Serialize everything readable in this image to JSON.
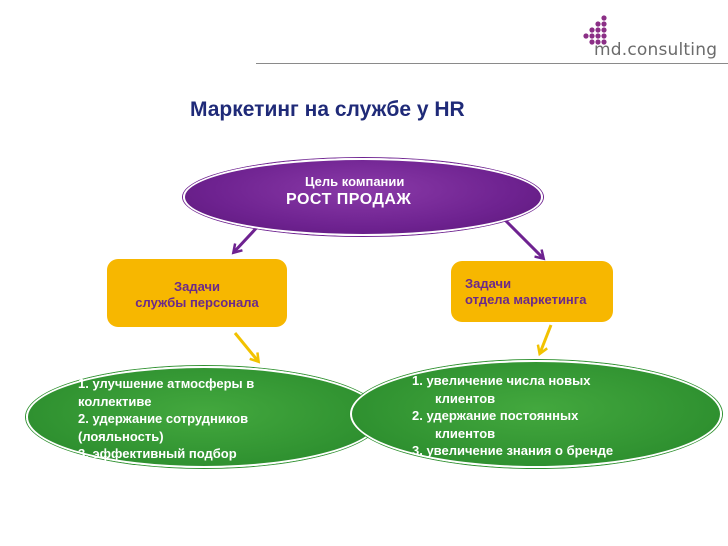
{
  "brand": {
    "logo_text": "md.consulting",
    "dot_color": "#8b2f86"
  },
  "title": "Маркетинг на службе у HR",
  "goal": {
    "label": "Цель компании",
    "value": "РОСТ  ПРОДАЖ",
    "color": "#6e2290"
  },
  "hr_tasks": {
    "title_line1": "Задачи",
    "title_line2": "службы персонала",
    "items": [
      "1.   улучшение атмосферы в",
      "коллективе",
      "2.   удержание сотрудников",
      "(лояльность)",
      "3.   эффективный подбор"
    ]
  },
  "marketing_tasks": {
    "title_line1": "Задачи",
    "title_line2": "отдела маркетинга",
    "items": [
      "1.  увеличение числа новых",
      "клиентов",
      "2.  удержание постоянных",
      "клиентов",
      "3.  увеличение знания о бренде"
    ]
  },
  "colors": {
    "title": "#1f2a78",
    "box_fill": "#f7b700",
    "box_text": "#6b2a8a",
    "green": "#2f9130",
    "arrow_purple": "#6e2290",
    "arrow_yellow": "#f2c200"
  }
}
